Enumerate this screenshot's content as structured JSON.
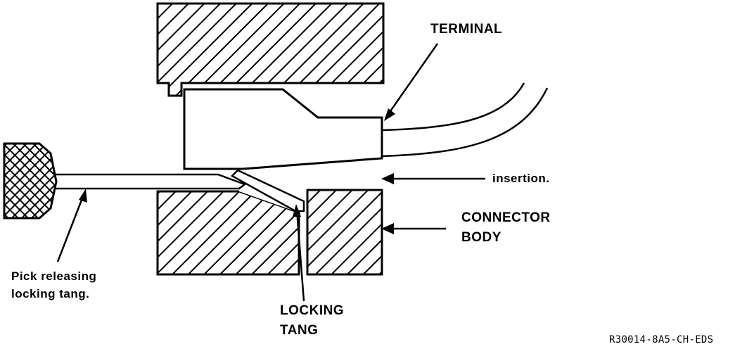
{
  "labels": {
    "terminal": "TERMINAL",
    "insertion": "insertion.",
    "connector_body": [
      "CONNECTOR",
      "BODY"
    ],
    "pick": [
      "Pick releasing",
      "locking tang."
    ],
    "locking_tang": [
      "LOCKING",
      "TANG"
    ],
    "ref_code": "R30014-8A5-CH-EDS"
  },
  "colors": {
    "ink": "#000000",
    "paper": "#ffffff"
  }
}
